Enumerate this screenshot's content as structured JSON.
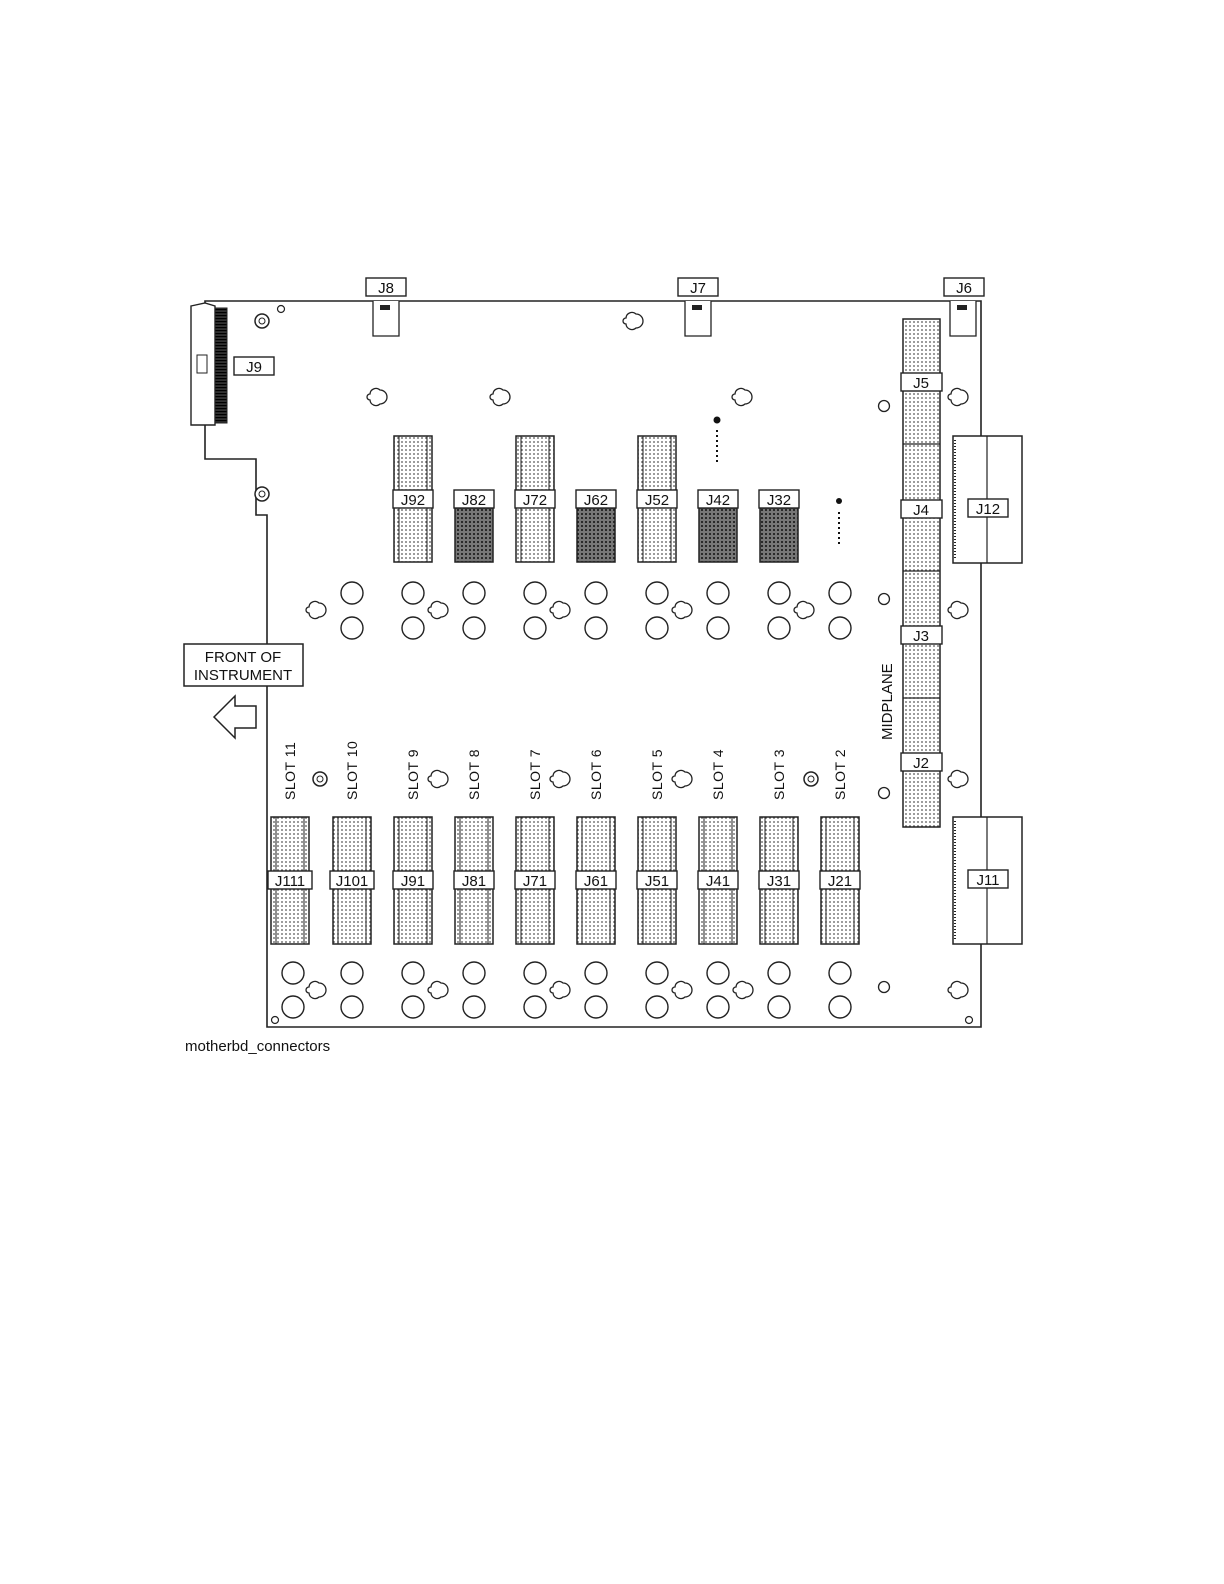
{
  "diagram": {
    "caption": "motherbd_connectors",
    "front_label": [
      "FRONT OF",
      "INSTRUMENT"
    ],
    "midplane_label": "MIDPLANE",
    "top_edge_connectors": [
      "J8",
      "J7",
      "J6"
    ],
    "side_connector": "J9",
    "upper_connectors": [
      "J92",
      "J82",
      "J72",
      "J62",
      "J52",
      "J42",
      "J32"
    ],
    "lower_connectors": [
      "J111",
      "J101",
      "J91",
      "J81",
      "J71",
      "J61",
      "J51",
      "J41",
      "J31",
      "J21"
    ],
    "slot_labels": [
      "SLOT 11",
      "SLOT 10",
      "SLOT 9",
      "SLOT 8",
      "SLOT 7",
      "SLOT 6",
      "SLOT 5",
      "SLOT 4",
      "SLOT 3",
      "SLOT 2"
    ],
    "midplane_connectors": [
      "J5",
      "J4",
      "J3",
      "J2"
    ],
    "right_connectors": [
      "J12",
      "J11"
    ]
  }
}
